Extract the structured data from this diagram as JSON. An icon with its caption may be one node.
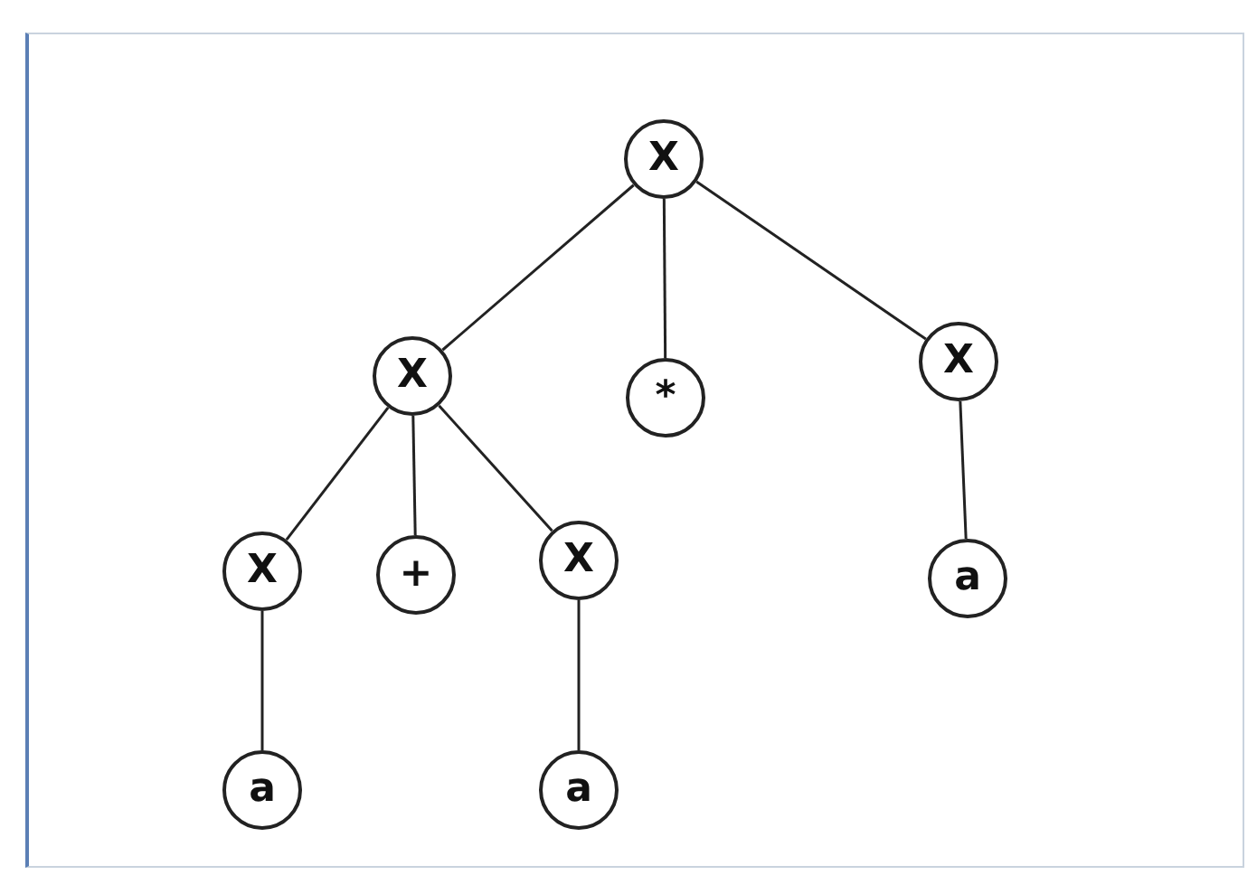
{
  "diagram": {
    "nodes": [
      {
        "text": [
          "X"
        ]
      },
      {
        "text": [
          "X"
        ]
      },
      {
        "text": [
          "*"
        ]
      },
      {
        "text": [
          "X"
        ]
      },
      {
        "text": [
          "X"
        ]
      },
      {
        "text": [
          "+"
        ]
      },
      {
        "text": [
          "X"
        ]
      },
      {
        "text": [
          "a"
        ]
      },
      {
        "text": [
          "a"
        ]
      },
      {
        "text": [
          "a"
        ]
      }
    ],
    "edges": [
      {
        "from": 0,
        "to": 1,
        "arrow": "none"
      },
      {
        "from": 0,
        "to": 2,
        "arrow": "none"
      },
      {
        "from": 0,
        "to": 3,
        "arrow": "none"
      },
      {
        "from": 1,
        "to": 4,
        "arrow": "none"
      },
      {
        "from": 1,
        "to": 5,
        "arrow": "none"
      },
      {
        "from": 1,
        "to": 6,
        "arrow": "none"
      },
      {
        "from": 3,
        "to": 7,
        "arrow": "none"
      },
      {
        "from": 4,
        "to": 8,
        "arrow": "none"
      },
      {
        "from": 6,
        "to": 9,
        "arrow": "none"
      }
    ]
  }
}
